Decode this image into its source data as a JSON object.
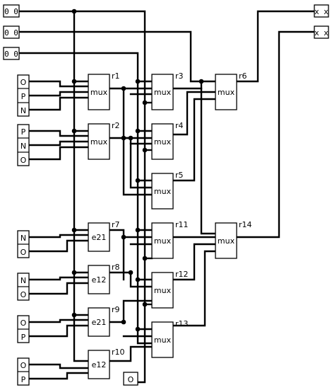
{
  "diagram": {
    "inputs_top": [
      "0 0",
      "0 0",
      "0 0"
    ],
    "input_pins": {
      "p1": [
        "O",
        "P",
        "N"
      ],
      "p2": [
        "P",
        "N",
        "O"
      ],
      "p3": [
        "N",
        "O"
      ],
      "p4": [
        "N",
        "O"
      ],
      "p5": [
        "O",
        "P"
      ],
      "p6": [
        "O",
        "P"
      ],
      "p7": [
        "O"
      ]
    },
    "outputs": [
      "x x",
      "x x"
    ],
    "nodes": {
      "r1": {
        "name": "r1",
        "type": "mux"
      },
      "r2": {
        "name": "r2",
        "type": "mux"
      },
      "r3": {
        "name": "r3",
        "type": "mux"
      },
      "r4": {
        "name": "r4",
        "type": "mux"
      },
      "r5": {
        "name": "r5",
        "type": "mux"
      },
      "r6": {
        "name": "r6",
        "type": "mux"
      },
      "r7": {
        "name": "r7",
        "type": "e21"
      },
      "r8": {
        "name": "r8",
        "type": "e12"
      },
      "r9": {
        "name": "r9",
        "type": "e21"
      },
      "r10": {
        "name": "r10",
        "type": "e12"
      },
      "r11": {
        "name": "r11",
        "type": "mux"
      },
      "r12": {
        "name": "r12",
        "type": "mux"
      },
      "r13": {
        "name": "r13",
        "type": "mux"
      },
      "r14": {
        "name": "r14",
        "type": "mux"
      }
    }
  }
}
